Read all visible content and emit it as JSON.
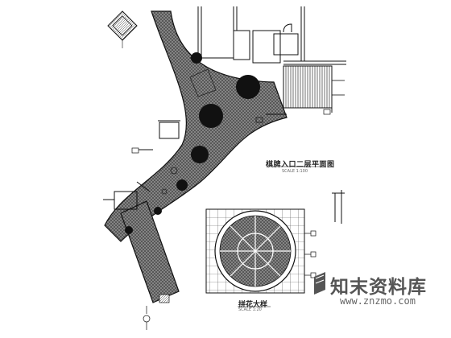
{
  "drawing": {
    "main_title": "棋牌入口二层平面图",
    "main_scale": "SCALE 1:100",
    "detail_title": "拼花大样",
    "detail_scale": "SCALE 1:20"
  },
  "watermark": {
    "site_name": "知末资料库",
    "url": "www.znzmo.com",
    "logo_icon": "znzmo-logo-icon"
  },
  "colors": {
    "line": "#1a1a1a",
    "paving": "#6e6e6e",
    "column": "#111111",
    "watermark": "#555555"
  }
}
